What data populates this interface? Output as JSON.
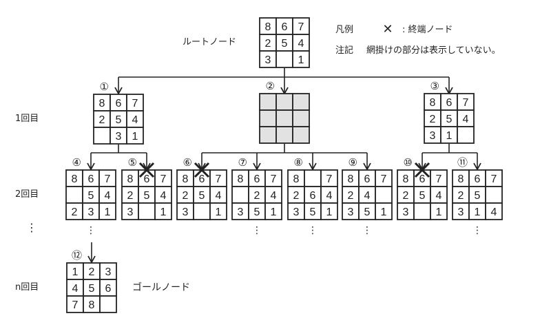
{
  "root_label": "ルートノード",
  "goal_label": "ゴールノード",
  "legend": {
    "title": "凡例",
    "mark": "✕",
    "text": ": 終端ノード"
  },
  "note": {
    "title": "注記",
    "text": "網掛けの部分は表示していない。"
  },
  "levels": [
    "1回目",
    "2回目",
    "⋮",
    "n回目"
  ],
  "colors": {
    "line": "#222222",
    "shade": "#e2e2e2"
  },
  "nodes": [
    {
      "id": "root",
      "marker": "",
      "cells": [
        "8",
        "6",
        "7",
        "2",
        "5",
        "4",
        "3",
        "",
        "1"
      ]
    },
    {
      "id": "1",
      "marker": "①",
      "cells": [
        "8",
        "6",
        "7",
        "2",
        "5",
        "4",
        "",
        "3",
        "1"
      ]
    },
    {
      "id": "2",
      "marker": "②",
      "cells": [
        "",
        "",
        "",
        "",
        "",
        "",
        "",
        "",
        ""
      ],
      "shaded": true
    },
    {
      "id": "3",
      "marker": "③",
      "cells": [
        "8",
        "6",
        "7",
        "2",
        "5",
        "4",
        "3",
        "1",
        ""
      ]
    },
    {
      "id": "4",
      "marker": "④",
      "cells": [
        "8",
        "6",
        "7",
        "",
        "5",
        "4",
        "2",
        "3",
        "1"
      ],
      "continues": true
    },
    {
      "id": "5",
      "marker": "⑤",
      "cells": [
        "8",
        "6",
        "7",
        "2",
        "5",
        "4",
        "3",
        "",
        "1"
      ],
      "terminal": true
    },
    {
      "id": "6",
      "marker": "⑥",
      "cells": [
        "8",
        "6",
        "7",
        "2",
        "5",
        "4",
        "3",
        "",
        "1"
      ],
      "terminal": true
    },
    {
      "id": "7",
      "marker": "⑦",
      "cells": [
        "8",
        "6",
        "7",
        "",
        "2",
        "4",
        "3",
        "5",
        "1"
      ],
      "continues": true
    },
    {
      "id": "8",
      "marker": "⑧",
      "cells": [
        "8",
        "",
        "7",
        "2",
        "6",
        "4",
        "3",
        "5",
        "1"
      ],
      "continues": true
    },
    {
      "id": "9",
      "marker": "⑨",
      "cells": [
        "8",
        "6",
        "7",
        "2",
        "4",
        "",
        "3",
        "5",
        "1"
      ],
      "continues": true
    },
    {
      "id": "10",
      "marker": "⑩",
      "cells": [
        "8",
        "6",
        "7",
        "2",
        "5",
        "4",
        "3",
        "",
        "1"
      ],
      "terminal": true
    },
    {
      "id": "11",
      "marker": "⑪",
      "cells": [
        "8",
        "6",
        "7",
        "2",
        "5",
        "",
        "3",
        "1",
        "4"
      ],
      "continues": true
    },
    {
      "id": "12",
      "marker": "⑫",
      "cells": [
        "1",
        "2",
        "3",
        "4",
        "5",
        "6",
        "7",
        "8",
        ""
      ]
    }
  ],
  "edges": [
    [
      "root",
      "1"
    ],
    [
      "root",
      "2"
    ],
    [
      "root",
      "3"
    ],
    [
      "1",
      "4"
    ],
    [
      "1",
      "5"
    ],
    [
      "2",
      "6"
    ],
    [
      "2",
      "7"
    ],
    [
      "2",
      "8"
    ],
    [
      "2",
      "9"
    ],
    [
      "3",
      "10"
    ],
    [
      "3",
      "11"
    ]
  ]
}
